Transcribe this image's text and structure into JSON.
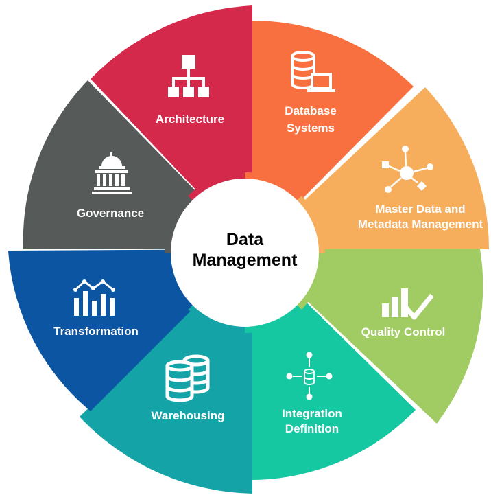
{
  "center": {
    "line1": "Data",
    "line2": "Management"
  },
  "segments": [
    {
      "id": "architecture",
      "lines": [
        "Architecture"
      ],
      "color": "#d5294b",
      "icon": "org-chart-icon"
    },
    {
      "id": "database-systems",
      "lines": [
        "Database",
        "Systems"
      ],
      "color": "#f97040",
      "icon": "database-laptop-icon"
    },
    {
      "id": "master-data",
      "lines": [
        "Master Data and",
        "Metadata Management"
      ],
      "color": "#f6ad5c",
      "icon": "network-nodes-icon"
    },
    {
      "id": "quality-control",
      "lines": [
        "Quality Control"
      ],
      "color": "#a1cb63",
      "icon": "bar-chart-check-icon"
    },
    {
      "id": "integration-definition",
      "lines": [
        "Integration",
        "Definition"
      ],
      "color": "#15c8a1",
      "icon": "database-hub-icon"
    },
    {
      "id": "warehousing",
      "lines": [
        "Warehousing"
      ],
      "color": "#14a4a7",
      "icon": "database-stack-icon"
    },
    {
      "id": "transformation",
      "lines": [
        "Transformation"
      ],
      "color": "#0c55a3",
      "icon": "bar-line-chart-icon"
    },
    {
      "id": "governance",
      "lines": [
        "Governance"
      ],
      "color": "#565a59",
      "icon": "capitol-building-icon"
    }
  ]
}
